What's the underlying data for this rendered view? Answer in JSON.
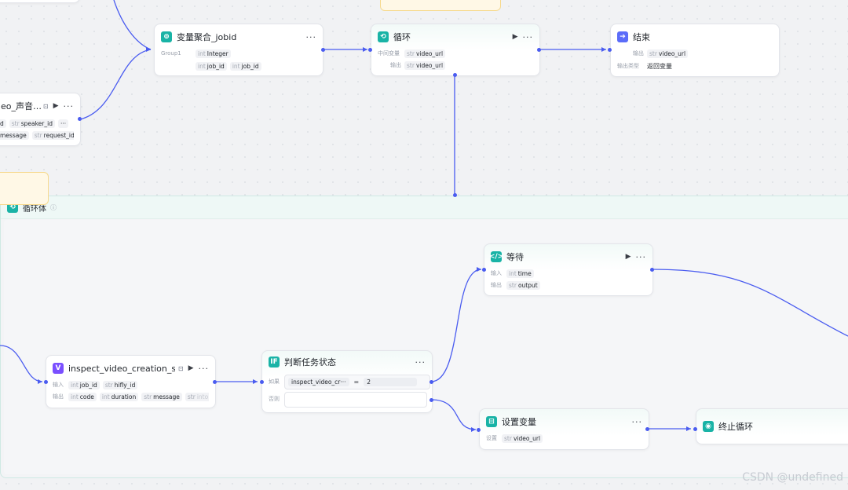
{
  "nodes": {
    "aggregate": {
      "title": "变量聚合_jobid",
      "group_label": "Group1",
      "type1": "int",
      "name1": "Integer",
      "tags": [
        {
          "type": "int",
          "name": "job_id"
        },
        {
          "type": "int",
          "name": "job_id"
        }
      ]
    },
    "loop": {
      "title": "循环",
      "input_label": "中间变量",
      "input": {
        "type": "str",
        "name": "video_url"
      },
      "output_label": "输出",
      "output": {
        "type": "str",
        "name": "video_url"
      }
    },
    "end": {
      "title": "结束",
      "output_label": "输出",
      "output": {
        "type": "str",
        "name": "video_url"
      },
      "output_type_label": "输出类型",
      "output_type_value": "返回变量"
    },
    "voice": {
      "title": "eo_声音…",
      "row1": [
        {
          "type": "",
          "name": "d"
        },
        {
          "type": "str",
          "name": "speaker_id"
        }
      ],
      "row1_more": "···",
      "row2": [
        {
          "type": "",
          "name": "message"
        },
        {
          "type": "str",
          "name": "request_id"
        }
      ]
    },
    "loop_body": {
      "title": "循环体",
      "info": "ⓘ"
    },
    "inspect": {
      "title": "inspect_video_creation_sta···",
      "input_label": "输入",
      "inputs": [
        {
          "type": "int",
          "name": "job_id"
        },
        {
          "type": "str",
          "name": "hifly_id"
        }
      ],
      "output_label": "输出",
      "outputs": [
        {
          "type": "int",
          "name": "code"
        },
        {
          "type": "int",
          "name": "duration"
        },
        {
          "type": "str",
          "name": "message"
        },
        {
          "type": "str",
          "name": "into"
        }
      ],
      "outputs_more": "···"
    },
    "condition": {
      "title": "判断任务状态",
      "icon_text": "IF",
      "if_label": "如果",
      "left_operand": "inspect_video_cr···",
      "operator": "=",
      "right_operand": "2",
      "else_label": "否则"
    },
    "wait": {
      "title": "等待",
      "input_label": "输入",
      "input": {
        "type": "int",
        "name": "time"
      },
      "output_label": "输出",
      "output": {
        "type": "str",
        "name": "output"
      }
    },
    "set_var": {
      "title": "设置变量",
      "set_label": "设置",
      "set": {
        "type": "str",
        "name": "video_url"
      }
    },
    "break": {
      "title": "终止循环"
    }
  },
  "toolbar": {
    "run_glyph": "▶",
    "more_glyph": "···",
    "doc_glyph": "⊡"
  },
  "icons": {
    "aggregate": "aggregate-icon",
    "loop": "loop-icon",
    "end": "end-icon",
    "inspect": "plugin-icon",
    "condition": "condition-icon",
    "wait": "code-icon",
    "set_var": "set-variable-icon",
    "break": "stop-loop-icon"
  },
  "watermark": "CSDN @undefined",
  "colors": {
    "accent": "#4a5cf0",
    "teal": "#19b3a6",
    "purple": "#7a4fff",
    "end_blue": "#5b6cf9"
  }
}
